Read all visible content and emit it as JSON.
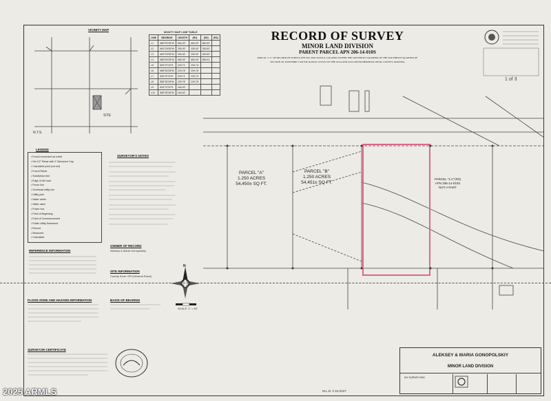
{
  "title": {
    "main": "RECORD OF SURVEY",
    "sub": "MINOR LAND DIVISION",
    "parent": "PARENT PARCEL APN 206-14-010S",
    "desc1": "PARCEL \"1-C\" OF RECORD OF SURVEY, FEE NO. 2022-XXXXX, LOCATED WITHIN THE SOUTHEAST QUARTER OF THE SOUTHEAST QUARTER OF",
    "desc2": "SECTION 28, TOWNSHIP 5 SOUTH, RANGE 10 EAST OF THE GILA AND SALT RIVER MERIDIAN, PINAL COUNTY, ARIZONA"
  },
  "vicinity_map": {
    "label": "VICINITY MAP",
    "nts": "N.T.S."
  },
  "line_table": {
    "title": "MONTY MAP LINE TABLE",
    "headers": [
      "LINE",
      "BEARING",
      "LENGTH",
      "(R1)",
      "(R2)",
      "(R3)"
    ],
    "rows": [
      [
        "L1",
        "N89°52'28\"W",
        "660.00'",
        "660.00'",
        "660.52'",
        ""
      ],
      [
        "L2",
        "N00°29'35\"W",
        "330.00'",
        "330.00'",
        "330.52'",
        ""
      ],
      [
        "L3",
        "N00°29'35\"W",
        "330.00'",
        "330.00'",
        "330.52'",
        ""
      ],
      [
        "L4",
        "N89°52'28\"W",
        "660.00'",
        "660.00'",
        "659.91'",
        ""
      ],
      [
        "L5",
        "S00°07'32\"E",
        "229.71'",
        "229.74'",
        "",
        ""
      ],
      [
        "L6",
        "N89°52'28\"W",
        "229.76'",
        "229.76'",
        "",
        ""
      ],
      [
        "L7",
        "S00°07'32\"E",
        "229.71'",
        "229.74'",
        "",
        ""
      ],
      [
        "L8",
        "S89°52'28\"W",
        "229.76'",
        "229.76'",
        "",
        ""
      ],
      [
        "L9",
        "S00°07'32\"E",
        "164.00'",
        "",
        "",
        ""
      ],
      [
        "L10",
        "S89°52'28\"W",
        "164.00'",
        "",
        "",
        ""
      ]
    ]
  },
  "parcels": {
    "a": {
      "name": "PARCEL \"A\"",
      "acres": "1.250 ACRES",
      "sqft": "54,450± SQ FT."
    },
    "b": {
      "name": "PARCEL \"B\"",
      "acres": "1.250 ACRES",
      "sqft": "54,451± SQ FT."
    },
    "c": {
      "name": "PARCEL \"1-C\"(R3)",
      "apn": "APN 206-14-010S",
      "note": "NOT A PART"
    }
  },
  "legend": {
    "title": "LEGEND",
    "items": [
      "Found monument as noted",
      "Set 1/2\" Rebar with 2\" Aluminum Cap",
      "Calculated point (not set)",
      "Found Rebar",
      "Subdivision line",
      "Edge of dirt road",
      "Fence line",
      "Overhead utility line",
      "Utility pole",
      "Water meter",
      "Water valve",
      "Power box",
      "Point of Beginning",
      "Point of Commencement",
      "Public Utility Easement",
      "Record",
      "Measured",
      "Calculated"
    ]
  },
  "notes": {
    "title": "SURVEYOR'S NOTES"
  },
  "owner": {
    "title": "OWNER OF RECORD",
    "name1": "Aleksey & Maria Gonopolskiy"
  },
  "site_info": {
    "title": "SITE INFORMATION",
    "zoning": "County Zone: GR (General Rural)"
  },
  "references": {
    "title": "REFERENCE INFORMATION"
  },
  "flood": {
    "title": "FLOOD ZONE AND HAZARD INFORMATION"
  },
  "basis": {
    "title": "BASIS OF BEARING"
  },
  "certificate": {
    "title": "SURVEYOR CERTIFICATE"
  },
  "north_arrow": {
    "scale": "SCALE: 1\" = 60'"
  },
  "title_block": {
    "owner": "ALEKSEY & MARIA GONOPOLSKIY",
    "project": "MINOR LAND DIVISION",
    "mld": "M.L.D. # 24-0107",
    "firm": "IDI SURVEYING"
  },
  "stamp_right": {
    "sheet": "1 of 3"
  },
  "watermark": "2025 ARMLS"
}
